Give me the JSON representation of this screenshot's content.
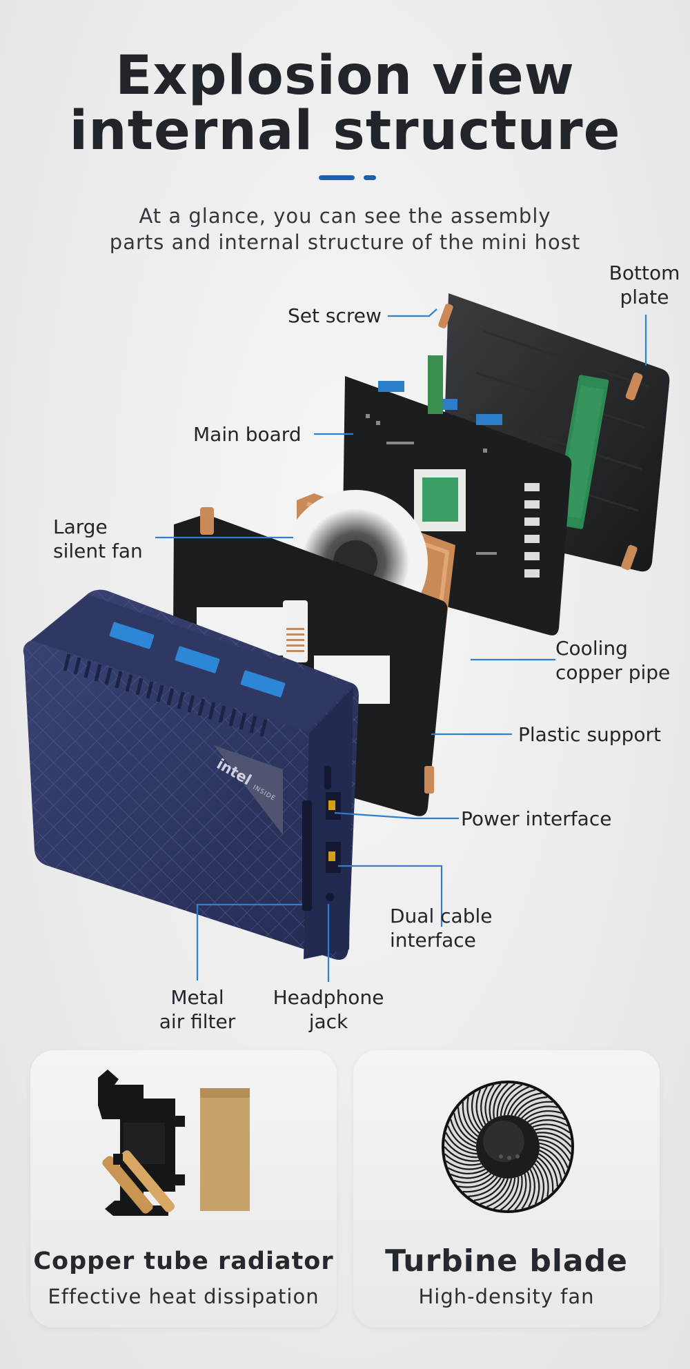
{
  "header": {
    "title_line1": "Explosion view",
    "title_line2": "internal structure",
    "subtitle_line1": "At a glance, you can see the assembly",
    "subtitle_line2": "parts and internal structure of the mini host"
  },
  "device_logo": {
    "brand": "intel",
    "sub": "INSIDE"
  },
  "labels": {
    "set_screw": "Set screw",
    "bottom_plate_1": "Bottom",
    "bottom_plate_2": "plate",
    "main_board": "Main board",
    "fan_1": "Large",
    "fan_2": "silent fan",
    "cooling_1": "Cooling",
    "cooling_2": "copper pipe",
    "plastic_support": "Plastic support",
    "power_interface": "Power interface",
    "dual_cable_1": "Dual cable",
    "dual_cable_2": "interface",
    "metal_filter_1": "Metal",
    "metal_filter_2": "air filter",
    "headphone_1": "Headphone",
    "headphone_2": "jack"
  },
  "features": [
    {
      "title": "Copper tube radiator",
      "subtitle": "Effective heat dissipation",
      "icon": "copper-radiator-icon"
    },
    {
      "title": "Turbine blade",
      "subtitle": "High-density fan",
      "icon": "turbine-fan-icon"
    }
  ],
  "colors": {
    "accent": "#1d5fa8",
    "leader_line": "#2f7fd1",
    "device_body": "#2c3562",
    "copper": "#c98a58"
  }
}
